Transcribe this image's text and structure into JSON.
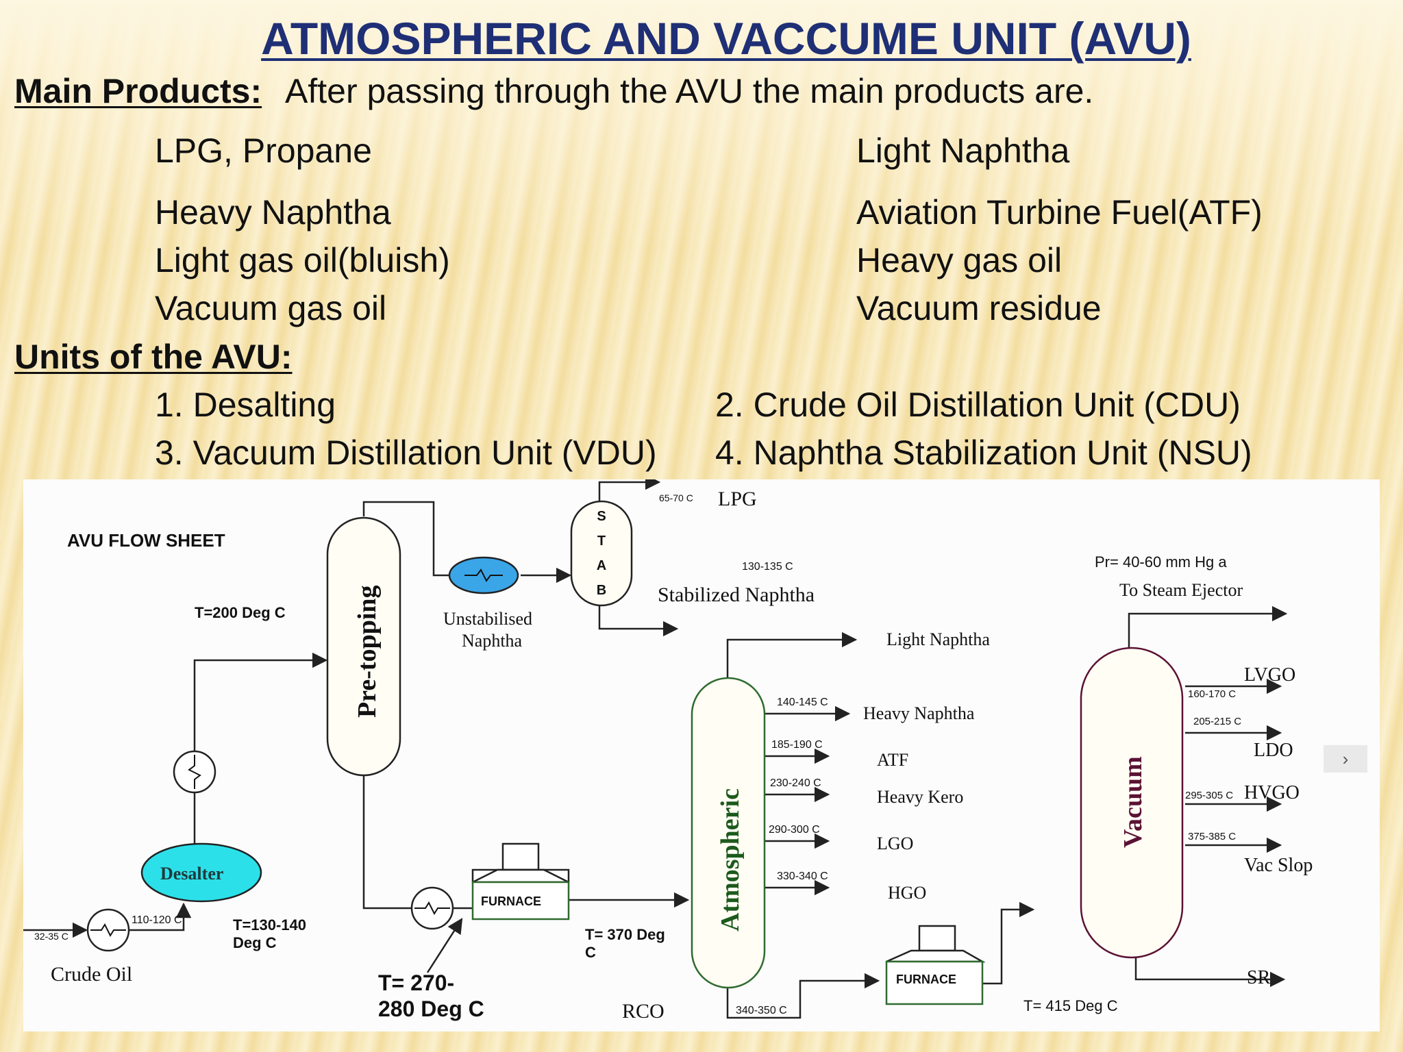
{
  "slide": {
    "title": "ATMOSPHERIC AND VACCUME UNIT (AVU)",
    "main_products_heading": "Main Products:",
    "main_products_intro": "After passing through the AVU the main products are.",
    "products_left": [
      "LPG, Propane",
      "Heavy Naphtha",
      "Light gas oil(bluish)",
      "Vacuum gas oil"
    ],
    "products_right": [
      "Light Naphtha",
      "Aviation Turbine Fuel(ATF)",
      "Heavy gas oil",
      "Vacuum residue"
    ],
    "units_heading": "Units of the AVU:",
    "units": [
      "1. Desalting",
      "2. Crude Oil Distillation Unit (CDU)",
      "3. Vacuum Distillation Unit (VDU)",
      "4. Naphtha Stabilization Unit (NSU)"
    ]
  },
  "flowsheet": {
    "title": "AVU FLOW SHEET",
    "crude_oil": "Crude Oil",
    "crude_temp": "32-35 C",
    "exchanger_out_temp": "110-120 C",
    "desalter": "Desalter",
    "desalter_out_temp_1": "T=130-140",
    "desalter_out_temp_2": "Deg C",
    "pretop_feed_temp": "T=200 Deg C",
    "pretopping": "Pre-topping",
    "unstabilised_1": "Unstabilised",
    "unstabilised_2": "Naphtha",
    "stab_letters": [
      "S",
      "T",
      "A",
      "B"
    ],
    "lpg_temp": "65-70 C",
    "lpg": "LPG",
    "stabilized_naphtha": "Stabilized Naphtha",
    "furnace_label": "FURNACE",
    "furnace1_in_1": "T= 270-",
    "furnace1_in_2": "280  Deg C",
    "furnace1_out_1": "T= 370 Deg",
    "furnace1_out_2": "C",
    "rco": "RCO",
    "atmospheric": "Atmospheric",
    "atm_products": [
      {
        "temp": "130-135 C",
        "name": "Light Naphtha"
      },
      {
        "temp": "140-145 C",
        "name": "Heavy Naphtha"
      },
      {
        "temp": "185-190 C",
        "name": "ATF"
      },
      {
        "temp": "230-240 C",
        "name": "Heavy Kero"
      },
      {
        "temp": "290-300 C",
        "name": "LGO"
      },
      {
        "temp": "330-340 C",
        "name": "HGO"
      }
    ],
    "atm_bottom_temp": "340-350 C",
    "furnace2_out": "T= 415 Deg C",
    "vacuum": "Vacuum",
    "pressure": "Pr= 40-60 mm Hg a",
    "steam_ejector": "To Steam Ejector",
    "vac_products": [
      {
        "temp": "160-170 C",
        "name": "LVGO"
      },
      {
        "temp": "205-215 C",
        "name": "LDO"
      },
      {
        "temp": "295-305 C",
        "name": "HVGO"
      },
      {
        "temp": "375-385 C",
        "name": "Vac Slop"
      }
    ],
    "sr": "SR",
    "next_arrow": "›",
    "colors": {
      "desalter_fill": "#2ce0ea",
      "exchanger_fill": "#3aa6e8",
      "line": "#222222"
    }
  }
}
